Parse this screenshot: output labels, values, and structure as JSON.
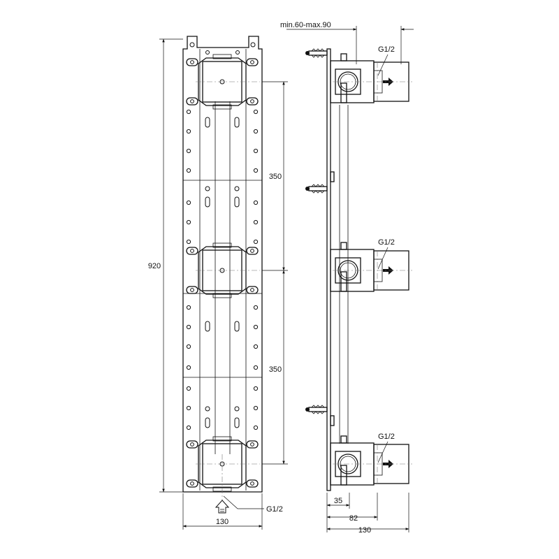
{
  "front_view": {
    "dim_overall_height": "920",
    "dim_spacing_upper": "350",
    "dim_spacing_lower": "350",
    "dim_width": "130",
    "inlet_label": "G1/2"
  },
  "side_view": {
    "dim_depth_range": "min.60-max.90",
    "outlet_labels": [
      "G1/2",
      "G1/2",
      "G1/2"
    ],
    "dim_35": "35",
    "dim_82": "82",
    "dim_130": "130"
  }
}
